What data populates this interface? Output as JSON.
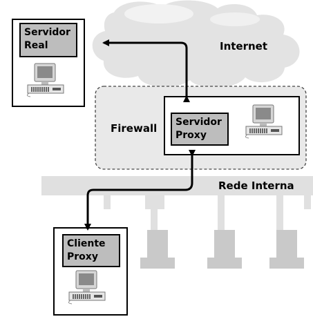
{
  "labels": {
    "internet": "Internet",
    "firewall": "Firewall",
    "rede_interna": "Rede Interna"
  },
  "nodes": {
    "servidor_real": "Servidor\nReal",
    "servidor_proxy": "Servidor\nProxy",
    "cliente_proxy": "Cliente\nProxy"
  },
  "colors": {
    "cloud": "#e3e3e3",
    "network": "#e0e0e0",
    "box_label": "#bdbdbd",
    "connector": "#000000"
  },
  "icons": [
    "computer-icon"
  ]
}
